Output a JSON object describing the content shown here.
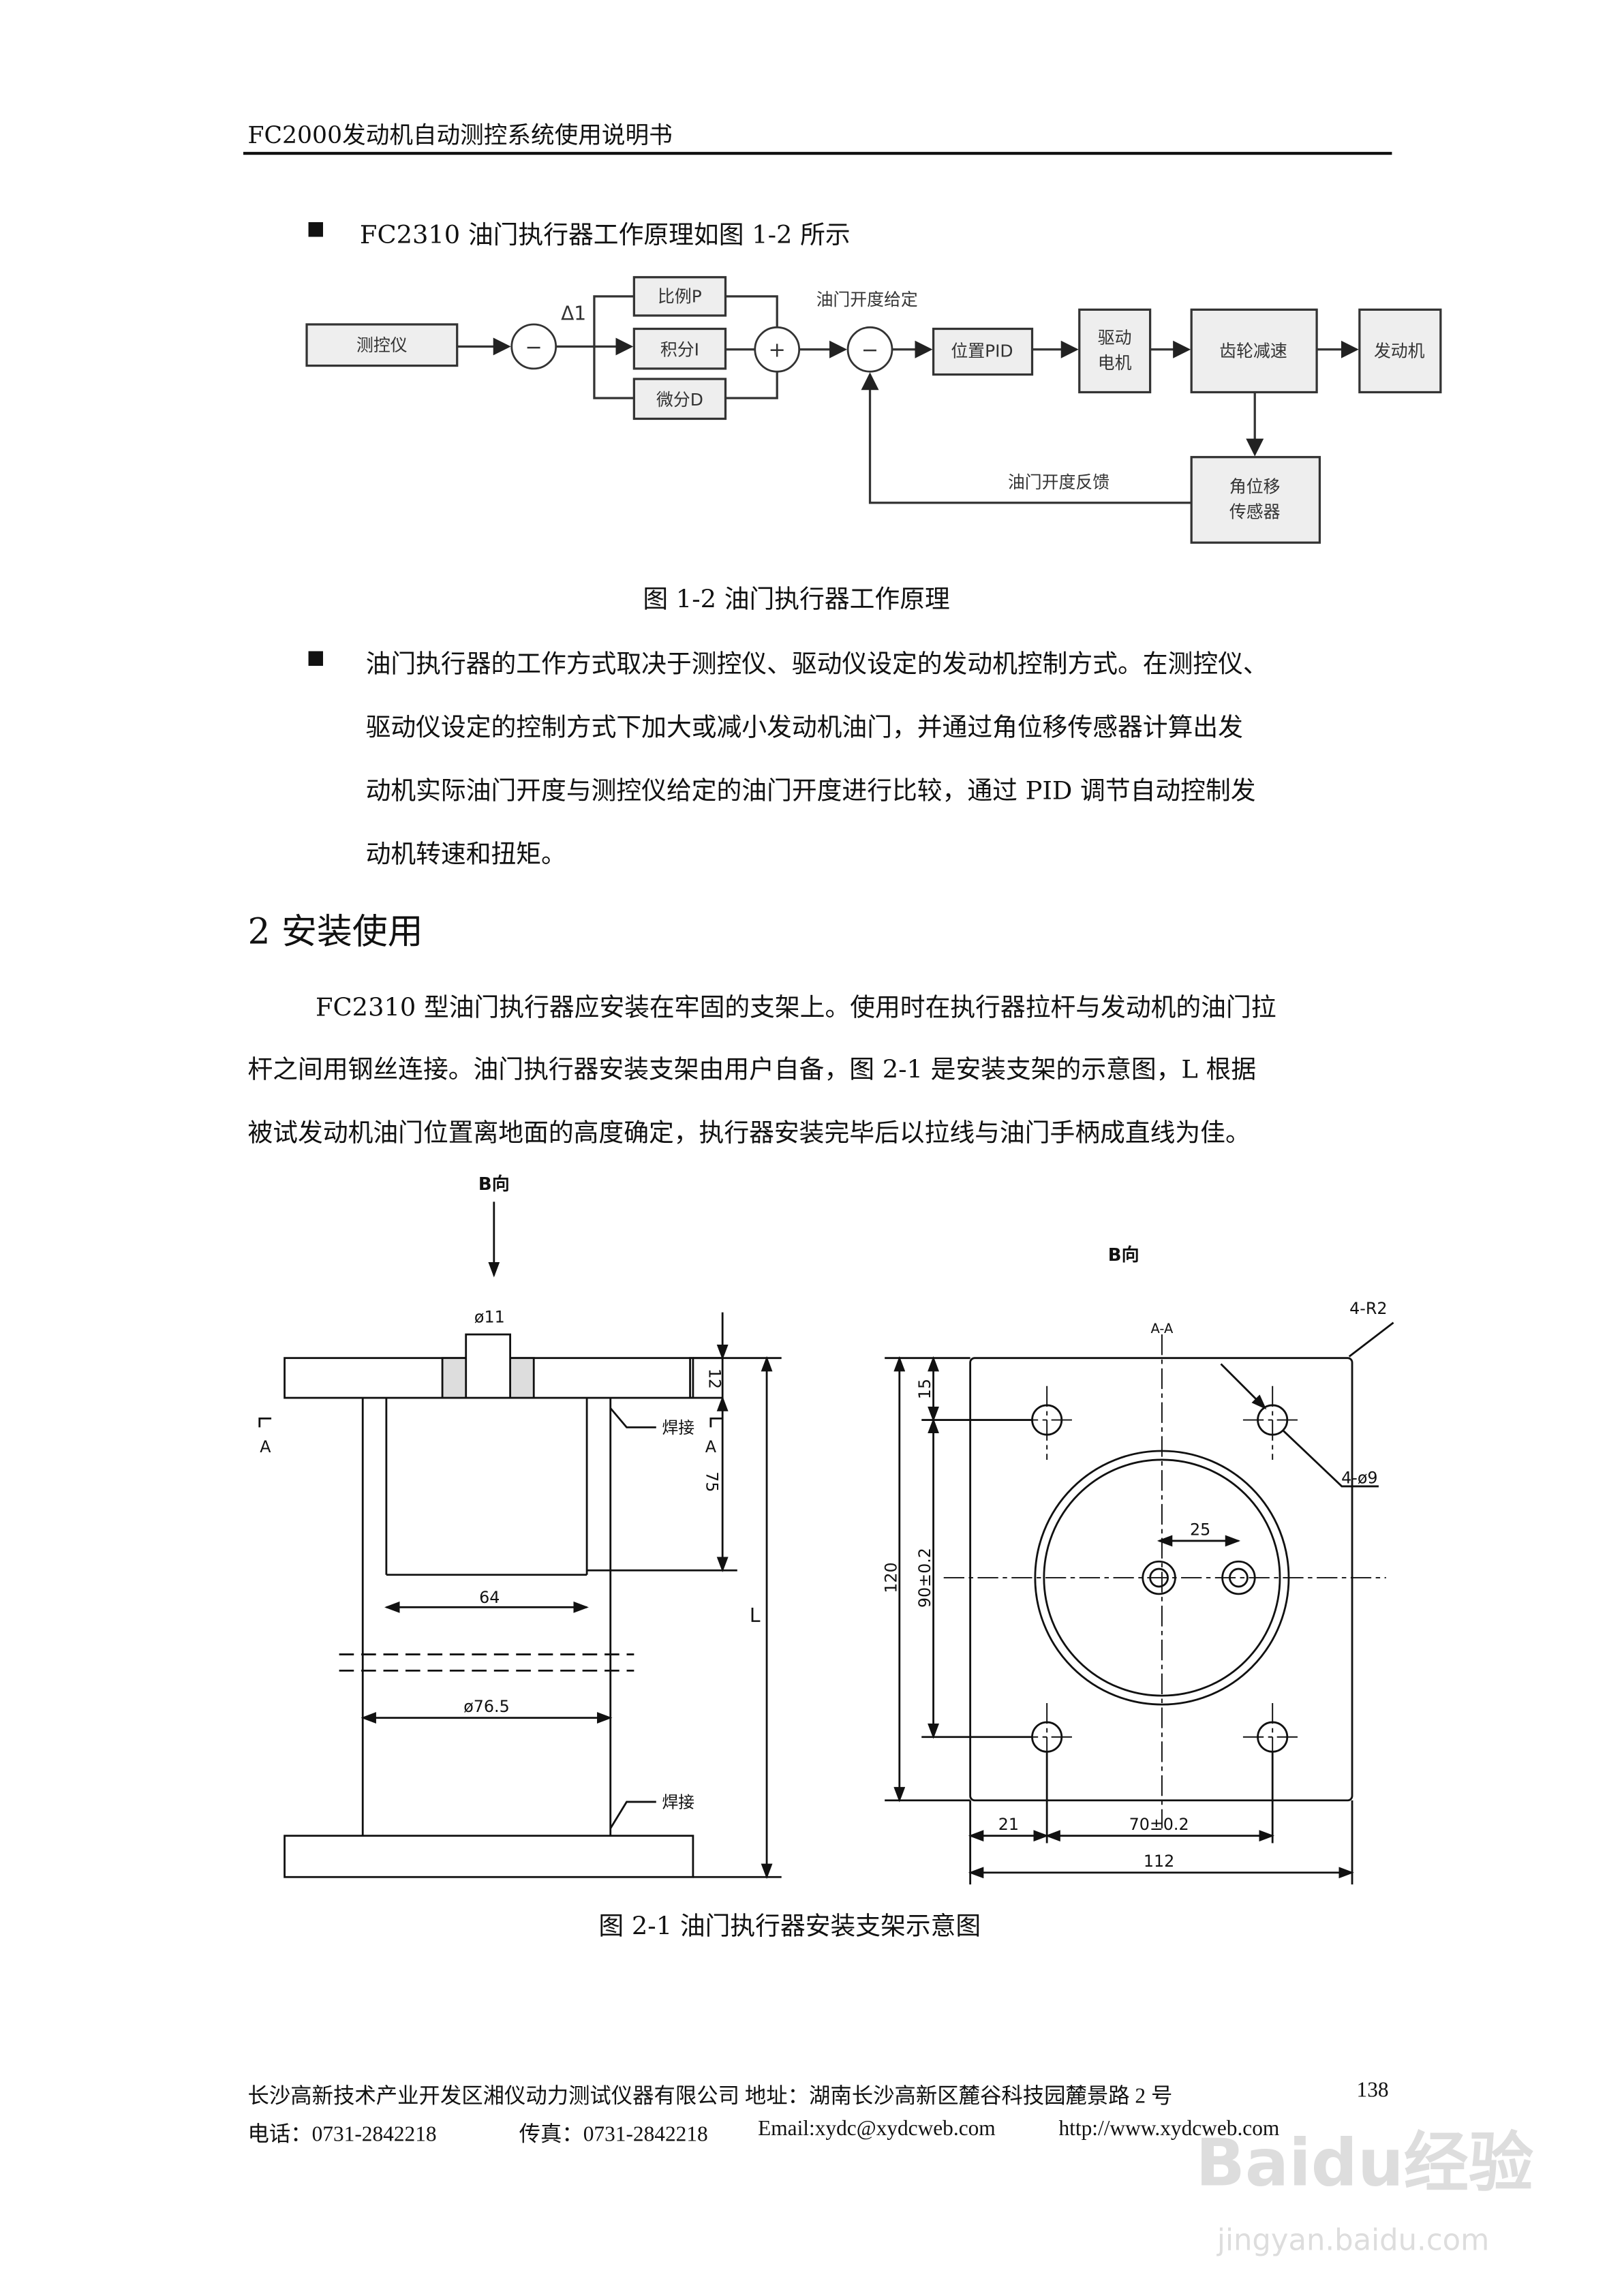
{
  "header": {
    "title": "FC2000发动机自动测控系统使用说明书"
  },
  "bullet1": {
    "text": "FC2310 油门执行器工作原理如图 1-2 所示"
  },
  "fig12": {
    "boxes": {
      "controller": "测控仪",
      "p": "比例P",
      "i": "积分I",
      "d": "微分D",
      "pid": "位置PID",
      "motor1": "驱动",
      "motor2": "电机",
      "gear": "齿轮减速",
      "engine": "发动机",
      "sensor1": "角位移",
      "sensor2": "传感器"
    },
    "labels": {
      "delta": "Δ1",
      "setpoint": "油门开度给定",
      "feedback": "油门开度反馈",
      "minus": "−",
      "plus": "+"
    },
    "caption": "图 1-2  油门执行器工作原理"
  },
  "bullet2": {
    "lines": [
      "油门执行器的工作方式取决于测控仪、驱动仪设定的发动机控制方式。在测控仪、",
      "驱动仪设定的控制方式下加大或减小发动机油门，并通过角位移传感器计算出发",
      "动机实际油门开度与测控仪给定的油门开度进行比较，通过 PID 调节自动控制发",
      "动机转速和扭矩。"
    ]
  },
  "section2": {
    "heading": "2  安装使用",
    "lines": [
      "FC2310 型油门执行器应安装在牢固的支架上。使用时在执行器拉杆与发动机的油门拉",
      "杆之间用钢丝连接。油门执行器安装支架由用户自备，图 2-1 是安装支架的示意图，L 根据",
      "被试发动机油门位置离地面的高度确定，执行器安装完毕后以拉线与油门手柄成直线为佳。"
    ]
  },
  "fig21": {
    "left": {
      "view": "B向",
      "hole": "ø11",
      "d12": "12",
      "d75": "75",
      "d64": "64",
      "d765": "ø76.5",
      "L": "L",
      "weld1": "焊接",
      "weld2": "焊接",
      "A1": "A",
      "A2": "A"
    },
    "right": {
      "view": "B向",
      "section": "A-A",
      "r2": "4-R2",
      "holes": "4-ø9",
      "d15": "15",
      "d120": "120",
      "d90": "90±0.2",
      "d25": "25",
      "d21": "21",
      "d70": "70±0.2",
      "d112": "112"
    },
    "caption": "图 2-1  油门执行器安装支架示意图"
  },
  "footer": {
    "line1": "长沙高新技术产业开发区湘仪动力测试仪器有限公司  地址：湖南长沙高新区麓谷科技园麓景路 2 号",
    "page": "138",
    "phone": "电话：0731-2842218",
    "fax": "传真：0731-2842218",
    "email": "Email:xydc@xydcweb.com",
    "web": "http://www.xydcweb.com"
  },
  "watermark": {
    "brand": "Baidu经验",
    "url": "jingyan.baidu.com"
  }
}
